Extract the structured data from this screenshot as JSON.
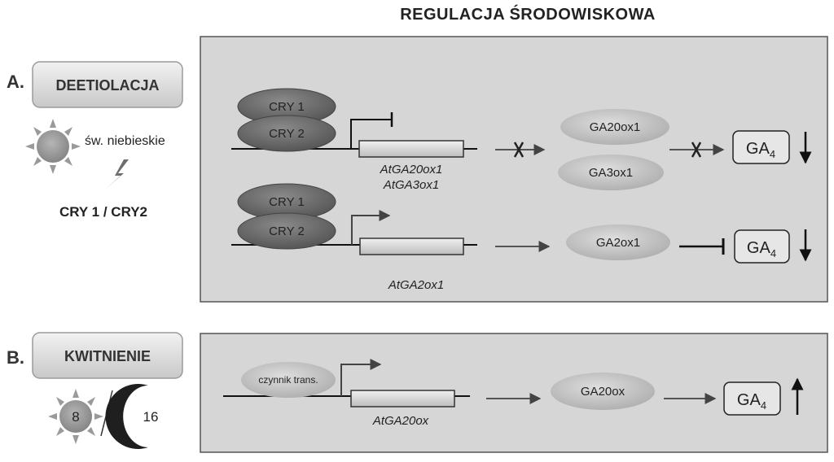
{
  "title": "REGULACJA ŚRODOWISKOWA",
  "section_a": {
    "letter": "A.",
    "button": "DEETIOLACJA",
    "light_label": "św. niebieskie",
    "receptors": "CRY 1 / CRY2",
    "row1": {
      "cry1": "CRY 1",
      "cry2": "CRY 2",
      "gene_line1": "AtGA20ox1",
      "gene_line2": "AtGA3ox1",
      "enzyme1": "GA20ox1",
      "enzyme2": "GA3ox1",
      "product": "GA",
      "product_sub": "4"
    },
    "row2": {
      "cry1": "CRY 1",
      "cry2": "CRY 2",
      "gene": "AtGA2ox1",
      "enzyme": "GA2ox1",
      "product": "GA",
      "product_sub": "4"
    }
  },
  "section_b": {
    "letter": "B.",
    "button": "KWITNIENIE",
    "day_hours": "8",
    "night_hours": "16",
    "tf": "czynnik trans.",
    "gene": "AtGA20ox",
    "enzyme": "GA20ox",
    "product": "GA",
    "product_sub": "4"
  },
  "colors": {
    "panel": "#d6d6d6",
    "button": "#dcdcdc",
    "enzyme": "#c2c2c2",
    "cry": "#6e6e6e",
    "sun": "#9a9a9a"
  }
}
